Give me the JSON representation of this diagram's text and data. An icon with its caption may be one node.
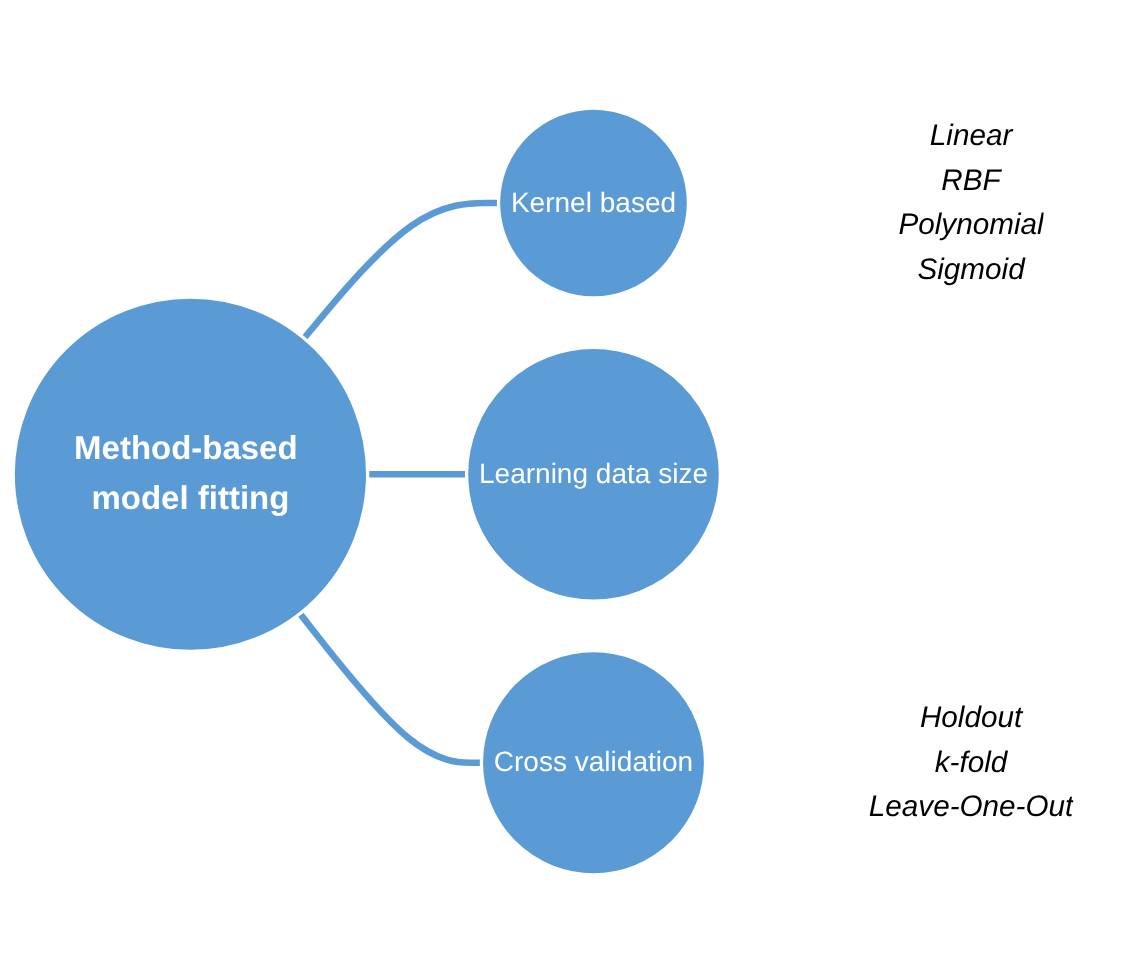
{
  "diagram": {
    "nodes": [
      {
        "text": [
          "Method-based model fitting"
        ]
      },
      {
        "text": [
          "Kernel based"
        ],
        "beside": [
          "Linear",
          "RBF",
          "Polynomial",
          "Sigmoid"
        ]
      },
      {
        "text": [
          "Learning data size"
        ]
      },
      {
        "text": [
          "Cross validation"
        ],
        "beside": [
          "Holdout",
          "k-fold",
          "Leave-One-Out"
        ]
      }
    ],
    "edges": [
      {
        "from": 0,
        "to": 1,
        "arrow": "none"
      },
      {
        "from": 0,
        "to": 2,
        "arrow": "none"
      },
      {
        "from": 0,
        "to": 3,
        "arrow": "none"
      }
    ]
  }
}
